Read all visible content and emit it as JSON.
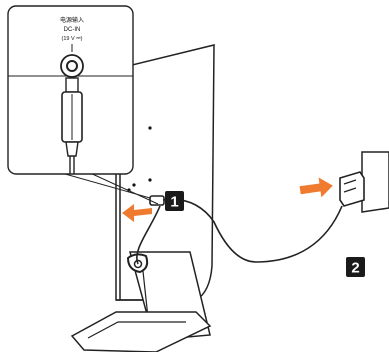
{
  "inset": {
    "label_line1": "电源输入",
    "label_line2": "DC-IN",
    "label_line3": "(19 V ⎓)"
  },
  "steps": {
    "step1": "1",
    "step2": "2"
  },
  "colors": {
    "arrow": "#f07a2e",
    "badge": "#1a1a1a",
    "line": "#222222"
  },
  "icons": [
    "power-plug-icon",
    "dc-port-icon"
  ]
}
